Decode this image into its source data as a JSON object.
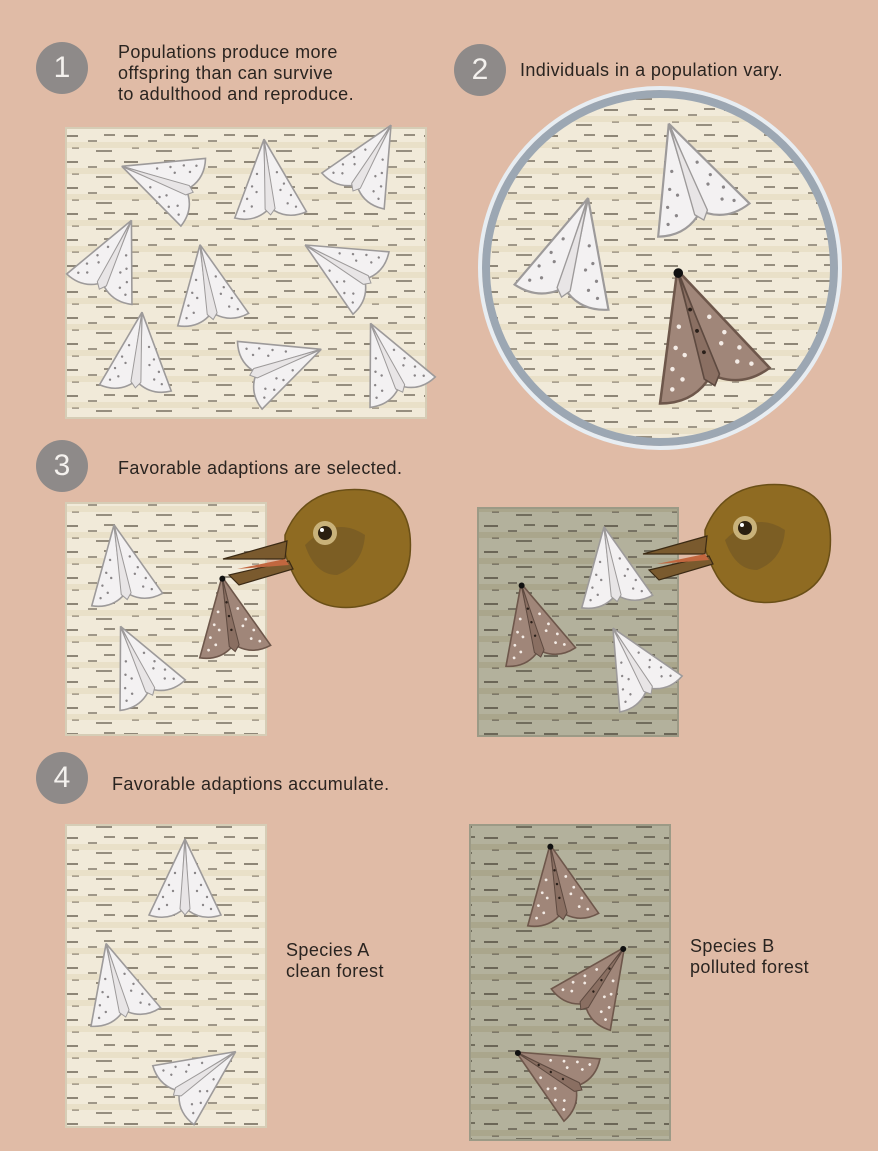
{
  "steps": [
    {
      "number": "1",
      "text": "Populations produce more\noffspring than can survive\nto adulthood and reproduce."
    },
    {
      "number": "2",
      "text": "Individuals in a population vary."
    },
    {
      "number": "3",
      "text": "Favorable adaptions are selected."
    },
    {
      "number": "4",
      "text": "Favorable adaptions accumulate."
    }
  ],
  "species": {
    "a": "Species A\nclean forest",
    "b": "Species B\npolluted forest"
  },
  "colors": {
    "background": "#e0bba6",
    "clean_bark": "#f1ead9",
    "polluted_bark": "#b3b19c",
    "light_moth": "#f3f1f2",
    "dark_moth": "#a08679",
    "bird": "#8f6b22",
    "badge": "#8e8a89"
  }
}
